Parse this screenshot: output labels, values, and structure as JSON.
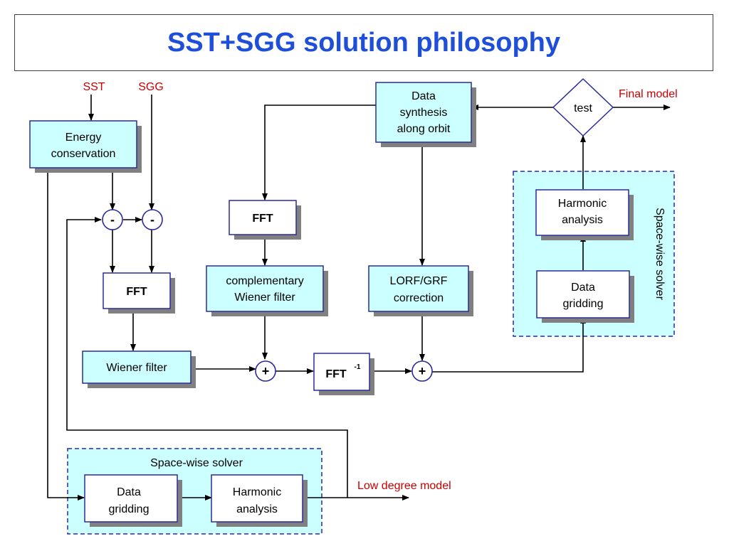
{
  "title": "SST+SGG solution philosophy",
  "inputs": {
    "sst": "SST",
    "sgg": "SGG"
  },
  "nodes": {
    "energy_conservation": [
      "Energy",
      "conservation"
    ],
    "fft_left": "FFT",
    "wiener_filter": "Wiener filter",
    "fft_middle": "FFT",
    "complementary_wiener": [
      "complementary",
      "Wiener filter"
    ],
    "fft_inverse": {
      "label": "FFT",
      "superscript": "-1"
    },
    "lorf_grf": [
      "LORF/GRF",
      "correction"
    ],
    "data_synthesis": [
      "Data",
      "synthesis",
      "along orbit"
    ],
    "test": "test",
    "harmonic_analysis_right": [
      "Harmonic",
      "analysis"
    ],
    "data_gridding_right": [
      "Data",
      "gridding"
    ],
    "data_gridding_bottom": [
      "Data",
      "gridding"
    ],
    "harmonic_analysis_bottom": [
      "Harmonic",
      "analysis"
    ]
  },
  "operators": {
    "minus": "-",
    "plus": "+"
  },
  "groups": {
    "space_wise_right": "Space-wise solver",
    "space_wise_bottom": "Space-wise solver"
  },
  "outputs": {
    "final_model": "Final model",
    "low_degree_model": "Low degree model"
  },
  "colors": {
    "title": "#1f4fd8",
    "box_fill": "#ccffff",
    "box_fill_white": "#ffffff",
    "box_border": "#2a2a9a",
    "shadow": "#808080",
    "output_text": "#cc0000",
    "group_fill": "#ccffff",
    "group_border": "#2a2a9a"
  }
}
